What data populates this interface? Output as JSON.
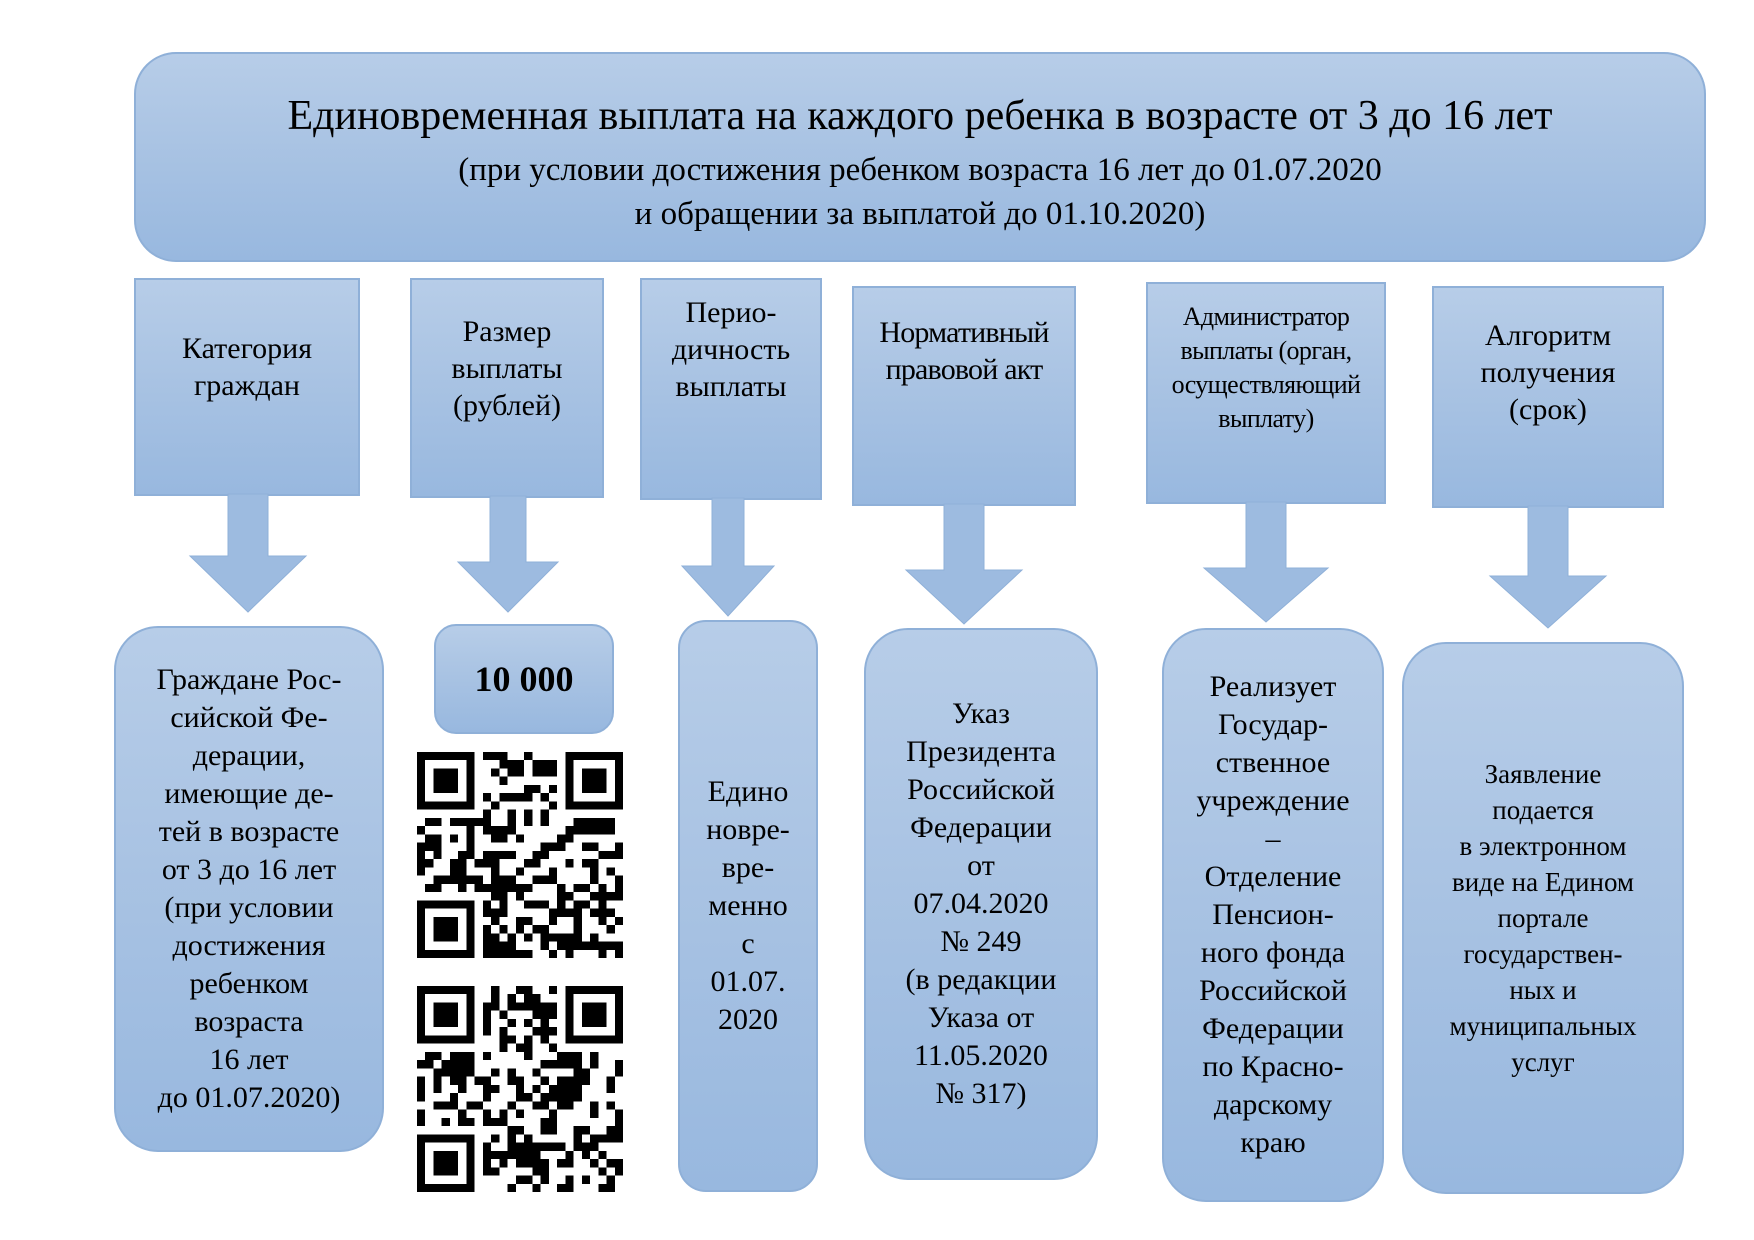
{
  "title": {
    "main": "Единовременная выплата на каждого ребенка в возрасте от 3 до 16 лет",
    "sub_line1": "(при условии достижения ребенком возраста 16 лет до 01.07.2020",
    "sub_line2": "и обращении за выплатой до 01.10.2020)"
  },
  "columns": [
    {
      "header": "Категория\nграждан",
      "result": "Граждане Рос-\nсийской Фе-\nдерации,\nимеющие де-\nтей в возрасте\nот 3 до 16 лет\n(при условии\nдостижения\nребенком\nвозраста\n16 лет\nдо 01.07.2020)"
    },
    {
      "header": "Размер\nвыплаты\n(рублей)",
      "result": "10 000"
    },
    {
      "header": "Перио-\nдичность\nвыплаты",
      "result": "Едино\nновре-\nвре-\nменно\nс\n01.07.\n2020"
    },
    {
      "header": "Нормативный\nправовой акт",
      "result": "Указ\nПрезидента\nРоссийской\nФедерации\nот\n07.04.2020\n№ 249\n(в редакции\nУказа от\n11.05.2020\n№ 317)"
    },
    {
      "header": "Администратор\nвыплаты (орган,\nосуществляющий\nвыплату)",
      "result": "Реализует\nГосудар-\nственное\nучреждение\n–\nОтделение\nПенсион-\nного фонда\nРоссийской\nФедерации\nпо Красно-\nдарскому\nкраю"
    },
    {
      "header": "Алгоритм\nполучения\n(срок)",
      "result": "Заявление\nподается\nв электронном\nвиде на Едином\nпортале\nгосударствен-\nных и\nмуниципальных\nуслуг"
    }
  ],
  "qr_codes": [
    {
      "icon": "qr-code-icon"
    },
    {
      "icon": "qr-code-icon"
    }
  ],
  "colors": {
    "box_fill_top": "#b7cde8",
    "box_fill_bottom": "#98b8df",
    "box_border": "#8fb0d8",
    "arrow_fill": "#9dbbe0"
  }
}
